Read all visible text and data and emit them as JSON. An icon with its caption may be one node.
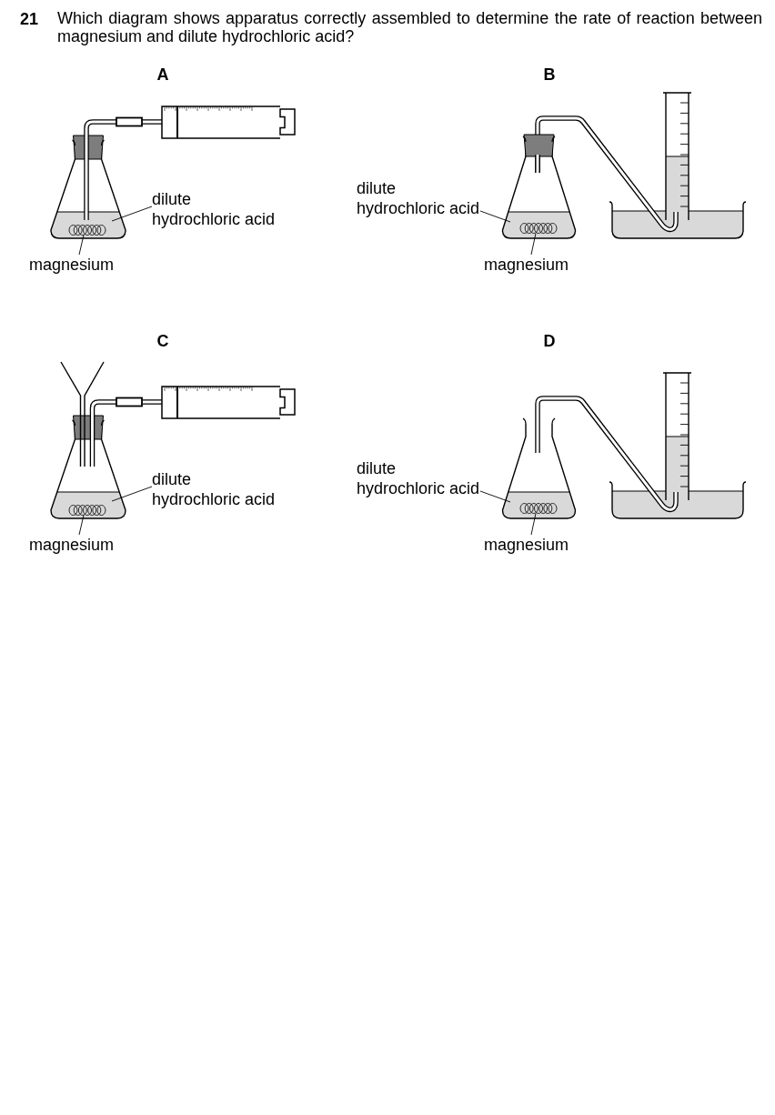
{
  "diagram": {
    "title": "Which diagram shows apparatus correctly assembled to determine the rate of reaction between magnesium and dilute hydrochloric acid?",
    "nodes": [
      {
        "text": [
          "dilute hydrochloric acid"
        ]
      },
      {
        "text": [],
        "shape": "liquid"
      },
      {
        "text": [],
        "shape": "coil",
        "in": 1
      },
      {
        "text": [
          "magnesium"
        ]
      },
      {
        "text": [
          "dilute hydrochloric acid"
        ]
      },
      {
        "text": [],
        "shape": "liquid"
      },
      {
        "text": [],
        "shape": "coil",
        "in": 5
      },
      {
        "text": [
          "magnesium"
        ]
      },
      {
        "text": [
          "dilute hydrochloric acid"
        ]
      },
      {
        "text": [],
        "shape": "liquid"
      },
      {
        "text": [],
        "shape": "coil",
        "in": 9
      },
      {
        "text": [
          "magnesium"
        ]
      },
      {
        "text": [
          "dilute hydrochloric acid"
        ]
      },
      {
        "text": [],
        "shape": "liquid"
      },
      {
        "text": [],
        "shape": "coil",
        "in": 13
      },
      {
        "text": [
          "magnesium"
        ]
      }
    ],
    "edges": [
      {
        "from": 0,
        "to": 1,
        "arrow": "none"
      },
      {
        "from": 3,
        "to": 2,
        "arrow": "none"
      },
      {
        "from": 4,
        "to": 5,
        "arrow": "none"
      },
      {
        "from": 7,
        "to": 6,
        "arrow": "none"
      },
      {
        "from": 8,
        "to": 9,
        "arrow": "none"
      },
      {
        "from": 11,
        "to": 10,
        "arrow": "none"
      },
      {
        "from": 12,
        "to": 13,
        "arrow": "none"
      },
      {
        "from": 15,
        "to": 14,
        "arrow": "none"
      }
    ],
    "labels": [
      "21",
      "A",
      "B",
      "C",
      "D"
    ]
  }
}
